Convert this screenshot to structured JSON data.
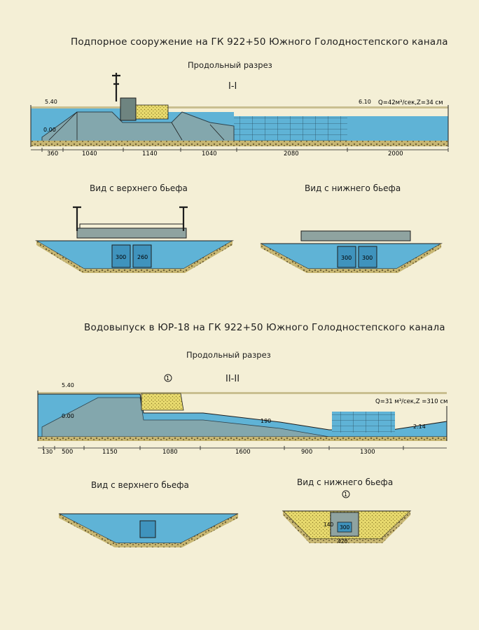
{
  "colors": {
    "paper": "#f4efd6",
    "water": "#5fb3d6",
    "water_dark": "#3f93bd",
    "concrete": "#8fa3a0",
    "concrete_dark": "#4d5f5e",
    "soil": "#b9a35e",
    "sand": "#e6d76a",
    "line": "#1d1d1d"
  },
  "section1": {
    "title": "Подпорное сооружение на  ГК  922+50 Южного Голодностепского канала",
    "subtitle": "Продольный  разрез",
    "cut_label": "I-I",
    "flow_label": "Q=42м³/сек,Z=34 см",
    "elev_labels": [
      "5.40",
      "6.10",
      "0.00"
    ],
    "dims": [
      "360",
      "1040",
      "1140",
      "1040",
      "2080",
      "2000"
    ],
    "view_upstream": "Вид с верхнего бьефа",
    "view_downstream": "Вид с нижнего бьефа",
    "gate_dims": [
      "300",
      "260"
    ],
    "gate_dims_down": [
      "300",
      "300"
    ]
  },
  "section2": {
    "title": "Водовыпуск  в  ЮР-18  на  ГК  922+50  Южного  Голодностепского канала",
    "subtitle": "Продольный  разрез",
    "cut_label": "II-II",
    "marker": "1",
    "flow_label": "Q=31 м³/сек,Z =310 см",
    "elev_labels": [
      "5.40",
      "0.00",
      "2.14"
    ],
    "dims": [
      "130",
      "500",
      "1150",
      "1080",
      "1600",
      "900",
      "1300"
    ],
    "inner_dim": "190",
    "view_upstream": "Вид   с верхнего бьефа",
    "view_downstream": "Вид с нижнего бьефа",
    "down_marker": "1",
    "down_dims": [
      "300",
      "420",
      "140"
    ]
  }
}
